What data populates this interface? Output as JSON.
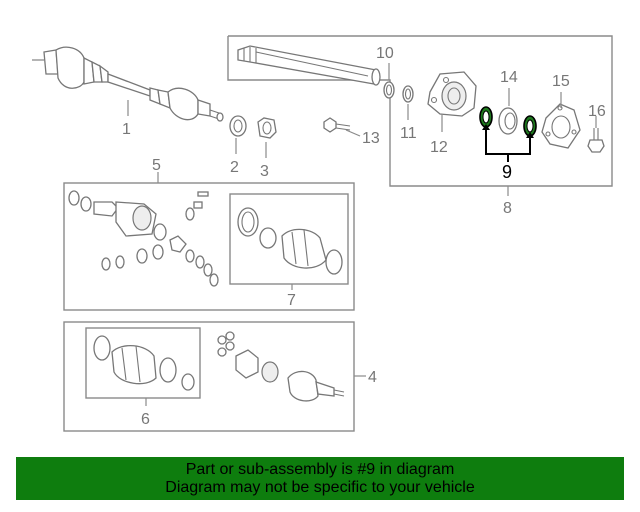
{
  "diagram": {
    "callouts": [
      {
        "id": "1",
        "label": "1"
      },
      {
        "id": "2",
        "label": "2"
      },
      {
        "id": "3",
        "label": "3"
      },
      {
        "id": "4",
        "label": "4"
      },
      {
        "id": "5",
        "label": "5"
      },
      {
        "id": "6",
        "label": "6"
      },
      {
        "id": "7",
        "label": "7"
      },
      {
        "id": "8",
        "label": "8"
      },
      {
        "id": "9",
        "label": "9"
      },
      {
        "id": "10",
        "label": "10"
      },
      {
        "id": "11",
        "label": "11"
      },
      {
        "id": "12",
        "label": "12"
      },
      {
        "id": "13",
        "label": "13"
      },
      {
        "id": "14",
        "label": "14"
      },
      {
        "id": "15",
        "label": "15"
      },
      {
        "id": "16",
        "label": "16"
      }
    ],
    "highlight_color": "#1e7a1e"
  },
  "banner": {
    "line1": "Part or sub-assembly is #9 in diagram",
    "line2": "Diagram may not be specific to your vehicle",
    "background": "#0e7d0e"
  }
}
